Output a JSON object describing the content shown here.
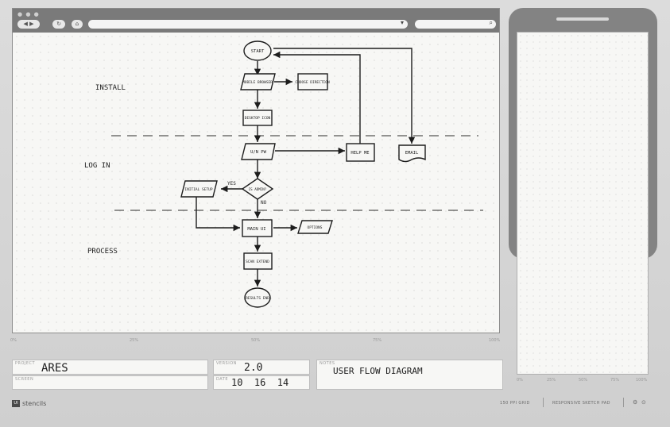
{
  "browser": {
    "nav_icons": [
      "back-icon",
      "forward-icon",
      "refresh-icon",
      "home-icon"
    ],
    "url_value": "",
    "search_value": ""
  },
  "diagram": {
    "sections": [
      "INSTALL",
      "LOG IN",
      "PROCESS"
    ],
    "nodes": {
      "start": "START",
      "mobile_browser": "MOBILE BROWSER",
      "choose_direction": "CHOOSE DIRECTION",
      "desktop_icon": "DESKTOP ICON",
      "un_pw": "U/N PW",
      "help_me": "HELP ME",
      "email": "EMAIL",
      "is_admin": "IS ADMIN?",
      "initial_setup": "INITIAL SETUP",
      "main_ui": "MAIN UI",
      "options": "OPTIONS",
      "scan_extend": "SCAN EXTEND",
      "results_end": "RESULTS END"
    },
    "edge_labels": {
      "yes": "YES",
      "no": "NO"
    },
    "colors": {
      "ink": "#1d1d1d",
      "paper": "#f7f7f5",
      "guide": "#555555"
    }
  },
  "ruler": [
    "0%",
    "25%",
    "50%",
    "75%",
    "100%"
  ],
  "phone_ruler": [
    "0%",
    "25%",
    "50%",
    "75%",
    "100%"
  ],
  "info": {
    "project_label": "PROJECT",
    "project_value": "ARES",
    "screen_label": "SCREEN",
    "screen_value": "",
    "version_label": "VERSION",
    "version_value": "2.0",
    "date_label": "DATE",
    "date_value": "10  16  14",
    "notes_label": "NOTES",
    "notes_value": "USER FLOW DIAGRAM"
  },
  "footer": {
    "logo_box": "UI",
    "logo_text": "stencils",
    "grid": "150 PPI GRID",
    "pad": "RESPONSIVE SKETCH PAD",
    "icons": [
      "settings-icon",
      "info-icon"
    ]
  }
}
